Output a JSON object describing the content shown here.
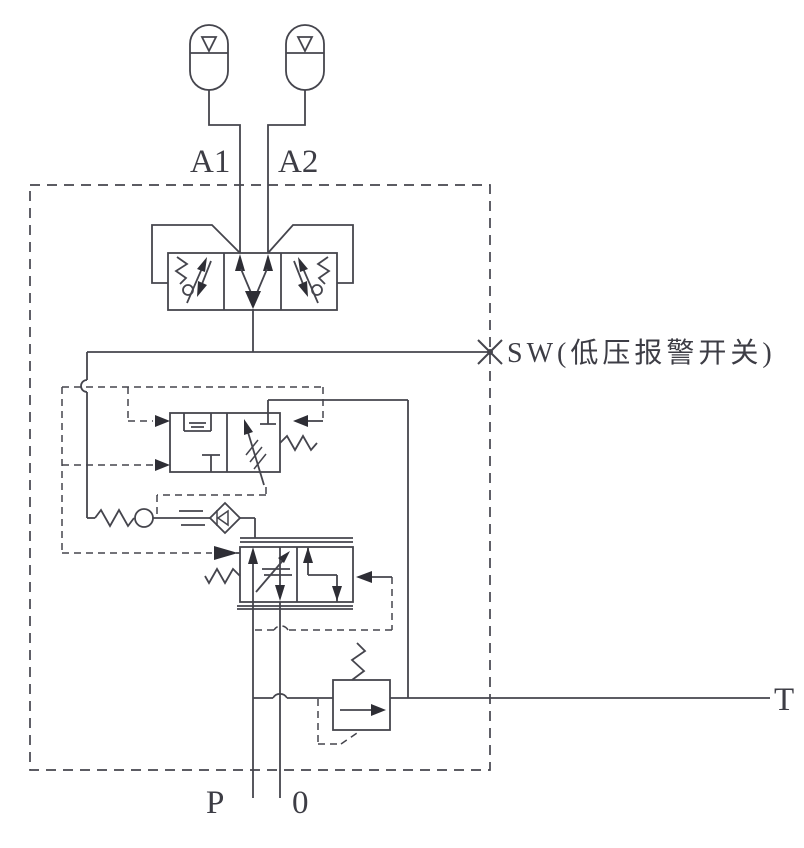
{
  "diagram": {
    "type": "hydraulic-circuit-schematic",
    "labels": {
      "port_a1": "A1",
      "port_a2": "A2",
      "pressure_switch": "SW(低压报警开关)",
      "port_t": "T",
      "port_p": "P",
      "port_o": "0"
    },
    "colors": {
      "line": "#45454d",
      "arrow_fill": "#2e2e35",
      "background": "#ffffff"
    }
  }
}
